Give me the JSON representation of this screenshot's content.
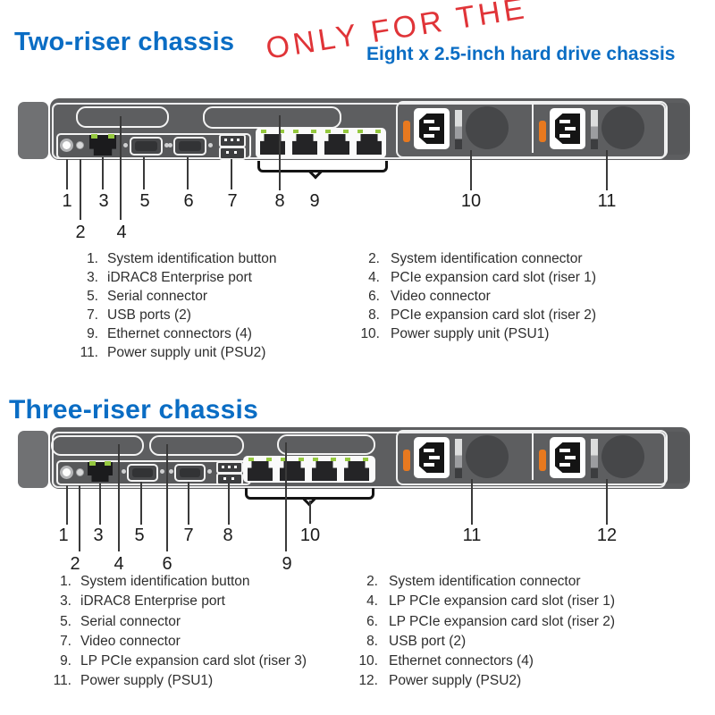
{
  "colors": {
    "accent_blue": "#0a6dc4",
    "annotation_red": "#e03438",
    "chassis_gray": "#5d5e60",
    "led_green": "#95c83f",
    "psu_latch_orange": "#e8791f"
  },
  "section1": {
    "title": "Two-riser chassis",
    "annotation": "ONLY FOR THE",
    "subtitle": "Eight x 2.5-inch hard drive chassis",
    "callouts": [
      "1",
      "2",
      "3",
      "4",
      "5",
      "6",
      "7",
      "8",
      "9",
      "10",
      "11"
    ],
    "legend_left": [
      {
        "n": "1.",
        "t": "System identification button"
      },
      {
        "n": "3.",
        "t": "iDRAC8 Enterprise port"
      },
      {
        "n": "5.",
        "t": "Serial connector"
      },
      {
        "n": "7.",
        "t": "USB ports (2)"
      },
      {
        "n": "9.",
        "t": "Ethernet connectors (4)"
      },
      {
        "n": "11.",
        "t": "Power supply unit (PSU2)"
      }
    ],
    "legend_right": [
      {
        "n": "2.",
        "t": "System identification connector"
      },
      {
        "n": "4.",
        "t": "PCIe expansion card slot (riser 1)"
      },
      {
        "n": "6.",
        "t": "Video connector"
      },
      {
        "n": "8.",
        "t": "PCIe expansion card slot (riser 2)"
      },
      {
        "n": "10.",
        "t": "Power supply unit (PSU1)"
      }
    ]
  },
  "section2": {
    "title": "Three-riser chassis",
    "callouts": [
      "1",
      "2",
      "3",
      "4",
      "5",
      "6",
      "7",
      "8",
      "9",
      "10",
      "11",
      "12"
    ],
    "legend_left": [
      {
        "n": "1.",
        "t": "System identification button"
      },
      {
        "n": "3.",
        "t": "iDRAC8 Enterprise port"
      },
      {
        "n": "5.",
        "t": "Serial connector"
      },
      {
        "n": "7.",
        "t": "Video connector"
      },
      {
        "n": "9.",
        "t": "LP PCIe expansion card slot (riser 3)"
      },
      {
        "n": "11.",
        "t": "Power supply (PSU1)"
      }
    ],
    "legend_right": [
      {
        "n": "2.",
        "t": "System identification connector"
      },
      {
        "n": "4.",
        "t": "LP PCIe expansion card slot (riser 1)"
      },
      {
        "n": "6.",
        "t": "LP PCIe expansion card slot (riser 2)"
      },
      {
        "n": "8.",
        "t": "USB port (2)"
      },
      {
        "n": "10.",
        "t": "Ethernet connectors (4)"
      },
      {
        "n": "12.",
        "t": "Power supply (PSU2)"
      }
    ]
  }
}
